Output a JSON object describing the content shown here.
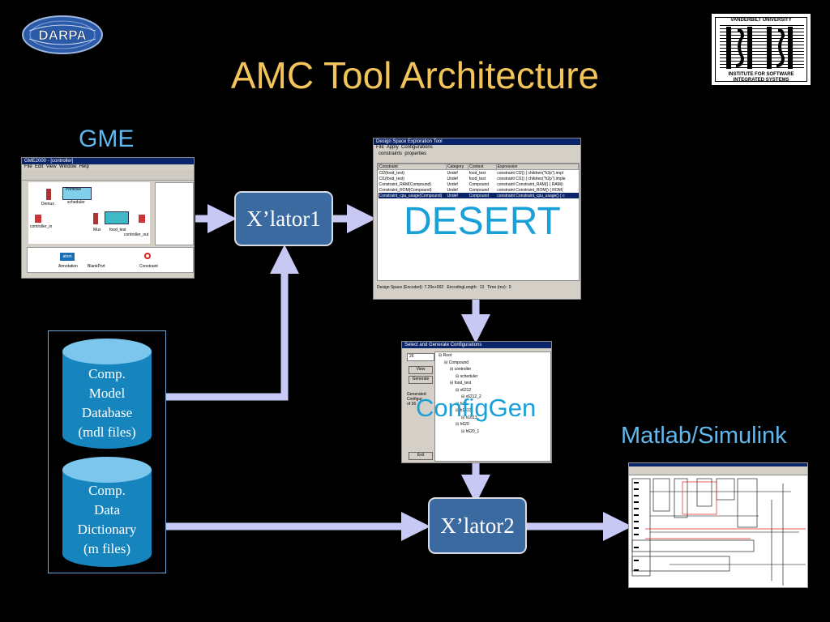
{
  "slide": {
    "title": "AMC Tool Architecture",
    "darpa_logo_text": "DARPA",
    "isis_logo": {
      "top": "VANDERBILT UNIVERSITY",
      "bottom_line1": "INSTITUTE FOR SOFTWARE",
      "bottom_line2": "INTEGRATED SYSTEMS"
    }
  },
  "labels": {
    "gme": "GME",
    "matlab": "Matlab/Simulink",
    "desert": "DESERT",
    "configgen": "ConfigGen"
  },
  "boxes": {
    "xlator1": "X’lator1",
    "xlator2": "X’lator2"
  },
  "databases": {
    "model_db": [
      "Comp.",
      "Model",
      "Database",
      "(mdl files)"
    ],
    "data_dict": [
      "Comp.",
      "Data",
      "Dictionary",
      "(m files)"
    ]
  },
  "gme_window": {
    "title": "GME2000 - [controller]",
    "menu": [
      "File",
      "Edit",
      "View",
      "Window",
      "Help"
    ],
    "blocks": [
      "Primitive",
      "scheduler",
      "Demux",
      "controller_in",
      "Mux",
      "food_test",
      "controller_out"
    ],
    "parts": [
      "Annotation",
      "BlankPort",
      "Constraint"
    ],
    "parts_icon": "atom"
  },
  "desert_window": {
    "title": "Design Space Exploration Tool",
    "menu": [
      "File",
      "Apply",
      "Configurations"
    ],
    "tabs": [
      "constraints",
      "properties"
    ],
    "columns": [
      "Constraint",
      "Category",
      "Context",
      "Expression"
    ],
    "rows": [
      [
        "Cl2(food_test)",
        "Undef",
        "food_test",
        "constraint Cl2() { children(\"h2p\").impl"
      ],
      [
        "Cl1(food_test)",
        "Undef",
        "food_test",
        "constraint Cl1() { children(\"h2p\").imple"
      ],
      [
        "Constraint_RAM(Compound)",
        "Undef",
        "Compound",
        "constraint Constraint_RAM() { RAM(i"
      ],
      [
        "Constraint_ROM(Compound)",
        "Undef",
        "Compound",
        "constraint Constraint_ROM() { ROM("
      ],
      [
        "Constraint_cpu_usage(Compound)",
        "Undef",
        "Compound",
        "constraint Constraint_cpu_usage() { c"
      ]
    ],
    "status": [
      "Design Space (Encoded): 7.29e+002",
      "EncodingLength:",
      "13",
      "Time (ms):",
      "0"
    ]
  },
  "configgen_window": {
    "title": "Select and Generate Configurations",
    "count": "26",
    "buttons": [
      "View",
      "Generate",
      "Exit"
    ],
    "generated_label": [
      "Generated",
      "Configur",
      "of 36"
    ],
    "tree": [
      "Root",
      "Compound",
      "controller",
      "scheduler",
      "food_test",
      "x6212",
      "x6212_2",
      "h2p",
      "h1813",
      "h1813",
      "h620",
      "h620_1"
    ]
  }
}
